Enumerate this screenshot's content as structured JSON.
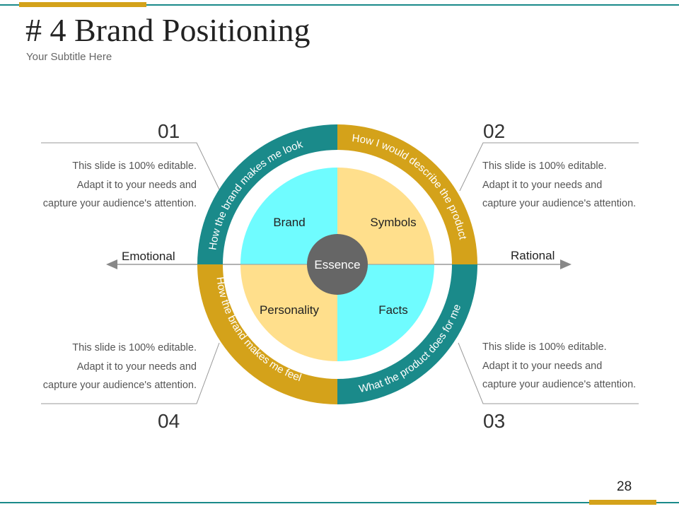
{
  "slide": {
    "title": "# 4 Brand Positioning",
    "subtitle": "Your Subtitle Here",
    "page_number": "28"
  },
  "colors": {
    "teal": "#1a8a8a",
    "gold": "#d4a21a",
    "cyan": "#6ffcff",
    "light_yellow": "#ffdf8c",
    "center_gray": "#666666",
    "line_gray": "#999999"
  },
  "axis": {
    "left_label": "Emotional",
    "right_label": "Rational"
  },
  "quadrants": [
    {
      "label": "Brand",
      "color": "cyan"
    },
    {
      "label": "Symbols",
      "color": "light_yellow"
    },
    {
      "label": "Personality",
      "color": "light_yellow"
    },
    {
      "label": "Facts",
      "color": "cyan"
    }
  ],
  "center_label": "Essence",
  "ring_labels": {
    "top_left": "How the brand makes me look",
    "top_right": "How I would describe the product",
    "bottom_left": "How the brand makes me feel",
    "bottom_right": "What the product does for me"
  },
  "callouts": [
    {
      "number": "01",
      "lines": [
        "This slide is 100% editable.",
        "Adapt it to your needs and",
        "capture your audience's attention."
      ]
    },
    {
      "number": "02",
      "lines": [
        "This slide is 100% editable.",
        "Adapt it to your needs and",
        "capture your audience's attention."
      ]
    },
    {
      "number": "03",
      "lines": [
        "This slide is 100% editable.",
        "Adapt it to your needs and",
        "capture your audience's attention."
      ]
    },
    {
      "number": "04",
      "lines": [
        "This slide is 100% editable.",
        "Adapt it to your needs and",
        "capture your audience's attention."
      ]
    }
  ]
}
